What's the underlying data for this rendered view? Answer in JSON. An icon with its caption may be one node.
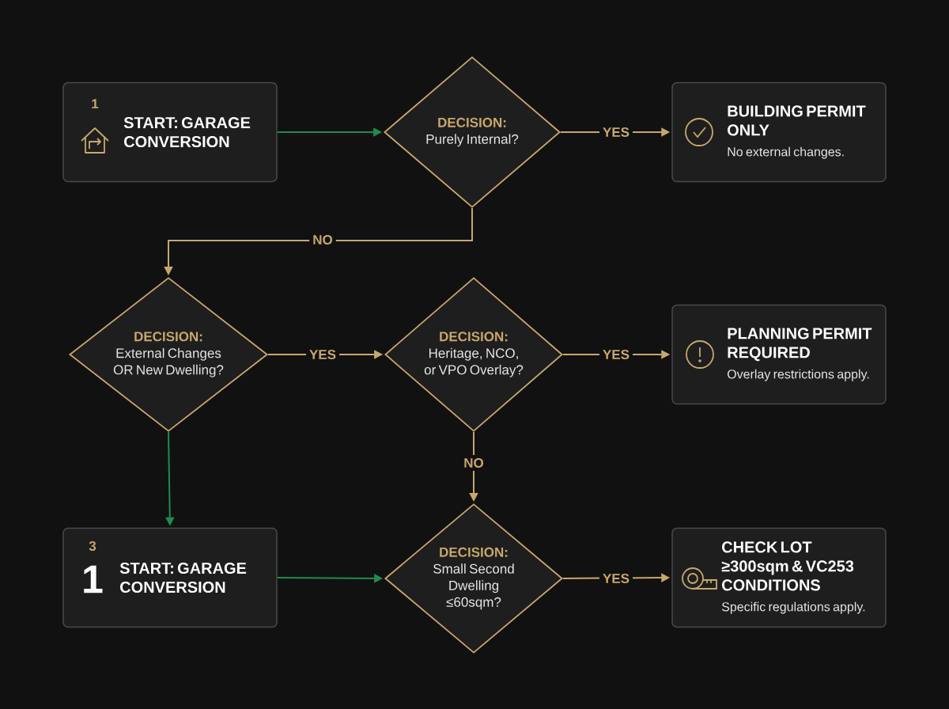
{
  "diagram": {
    "nodes": [
      {
        "text": [
          "1",
          "START: GARAGE CONVERSION"
        ]
      },
      {
        "text": [
          "DECISION:",
          "Purely Internal?"
        ]
      },
      {
        "text": [
          "BUILDING PERMIT ONLY",
          "No external changes."
        ]
      },
      {
        "text": [
          "DECISION:",
          "External Changes OR New Dwelling?"
        ]
      },
      {
        "text": [
          "DECISION:",
          "Heritage, NCO, or VPO Overlay?"
        ]
      },
      {
        "text": [
          "PLANNING PERMIT REQUIRED",
          "Overlay restrictions apply."
        ]
      },
      {
        "text": [
          "3",
          "1",
          "START: GARAGE CONVERSION"
        ]
      },
      {
        "text": [
          "DECISION:",
          "Small Second Dwelling ≤60sqm?"
        ]
      },
      {
        "text": [
          "CHECK LOT ≥300sqm & VC253 CONDITIONS",
          "Specific regulations apply."
        ]
      }
    ],
    "edges": [
      {
        "from": 0,
        "to": 1,
        "arrow": "to",
        "color": "#1e8c50"
      },
      {
        "from": 1,
        "to": 2,
        "arrow": "to",
        "label": "YES"
      },
      {
        "from": 1,
        "to": 3,
        "arrow": "to",
        "label": "NO"
      },
      {
        "from": 3,
        "to": 4,
        "arrow": "to",
        "label": "YES"
      },
      {
        "from": 4,
        "to": 5,
        "arrow": "to",
        "label": "YES"
      },
      {
        "from": 4,
        "to": 7,
        "arrow": "to",
        "label": "NO"
      },
      {
        "from": 3,
        "to": 6,
        "arrow": "to",
        "color": "#1e8c50"
      },
      {
        "from": 6,
        "to": 7,
        "arrow": "to",
        "color": "#1e8c50"
      },
      {
        "from": 7,
        "to": 8,
        "arrow": "to",
        "label": "YES"
      }
    ]
  }
}
